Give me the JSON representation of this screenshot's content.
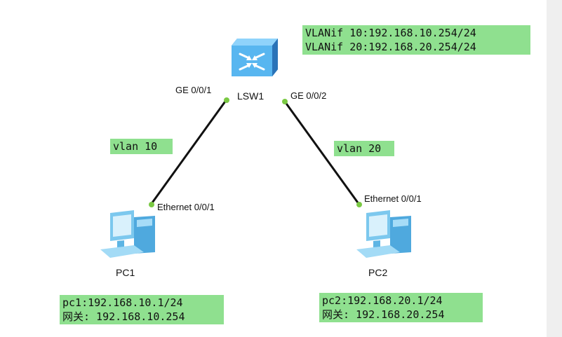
{
  "devices": {
    "switch": {
      "name": "LSW1",
      "icon": "switch-icon"
    },
    "pc1": {
      "name": "PC1",
      "icon": "pc-icon"
    },
    "pc2": {
      "name": "PC2",
      "icon": "pc-icon"
    }
  },
  "ports": {
    "sw_left": "GE 0/0/1",
    "sw_right": "GE 0/0/2",
    "pc1_eth": "Ethernet 0/0/1",
    "pc2_eth": "Ethernet 0/0/1"
  },
  "notes": {
    "vlanif": [
      "VLANif 10:192.168.10.254/24",
      "VLANif 20:192.168.20.254/24"
    ],
    "vlan_left": "vlan 10",
    "vlan_right": "vlan 20",
    "pc1": [
      "pc1:192.168.10.1/24",
      "网关: 192.168.10.254"
    ],
    "pc2": [
      "pc2:192.168.20.1/24",
      "网关: 192.168.20.254"
    ]
  },
  "colors": {
    "note_bg": "#8fe08f",
    "port_dot": "#7ac943",
    "link": "#111111",
    "switch_body": "#4aa8e8",
    "pc_body": "#7cc8ee"
  }
}
